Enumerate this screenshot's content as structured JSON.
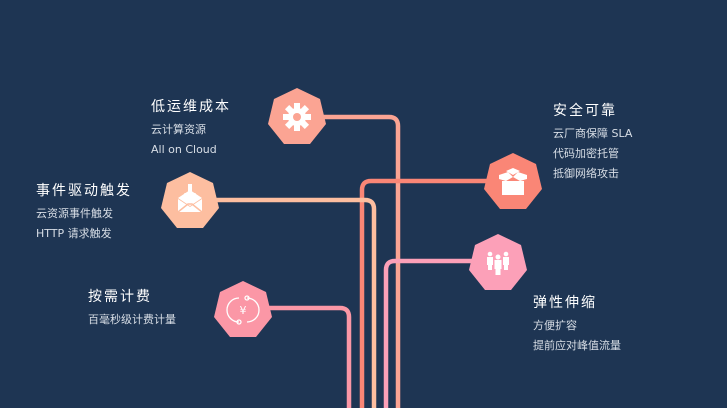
{
  "colors": {
    "background": "#1e3553",
    "gear": "#fba493",
    "envelope": "#fdbea0",
    "yen": "#fb97a6",
    "box": "#fa8676",
    "people": "#fca0b8",
    "icon": "#ffffff"
  },
  "features": [
    {
      "id": "low-ops-cost",
      "icon": "gear-icon",
      "title": "低运维成本",
      "lines": [
        "云计算资源",
        "All on Cloud"
      ]
    },
    {
      "id": "event-driven",
      "icon": "envelope-download-icon",
      "title": "事件驱动触发",
      "lines": [
        "云资源事件触发",
        "HTTP 请求触发"
      ]
    },
    {
      "id": "pay-per-use",
      "icon": "yen-cycle-icon",
      "title": "按需计费",
      "lines": [
        "百毫秒级计费计量"
      ]
    },
    {
      "id": "secure-reliable",
      "icon": "open-box-icon",
      "title": "安全可靠",
      "lines": [
        "云厂商保障 SLA",
        "代码加密托管",
        "抵御网络攻击"
      ]
    },
    {
      "id": "elastic-scaling",
      "icon": "people-group-icon",
      "title": "弹性伸缩",
      "lines": [
        "方便扩容",
        "提前应对峰值流量"
      ]
    }
  ]
}
